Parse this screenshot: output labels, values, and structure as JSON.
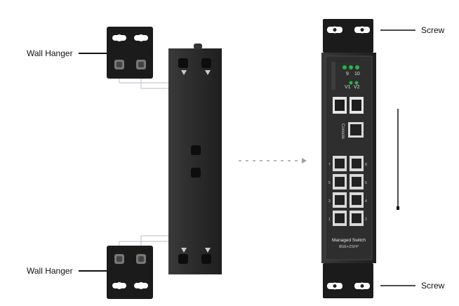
{
  "labels": {
    "wall_hanger_top": "Wall Hanger",
    "wall_hanger_bottom": "Wall Hanger",
    "screw_top": "Screw",
    "screw_bottom": "Screw"
  },
  "switch_panel": {
    "led_label_a": "9",
    "led_label_b": "10",
    "power_label_a": "V1",
    "power_label_b": "V2",
    "console_label": "Console",
    "model_name": "Managed Switch",
    "model_number": "8GE+2SFP",
    "port_numbers": [
      "7",
      "8",
      "5",
      "6",
      "3",
      "4",
      "1",
      "2"
    ]
  },
  "colors": {
    "device_body": "#2a2a2a",
    "hanger": "#1b1b1b",
    "led_green": "#27b34a",
    "guide_line": "#c7cbd3",
    "dotted_arrow": "#9aa0a8"
  }
}
